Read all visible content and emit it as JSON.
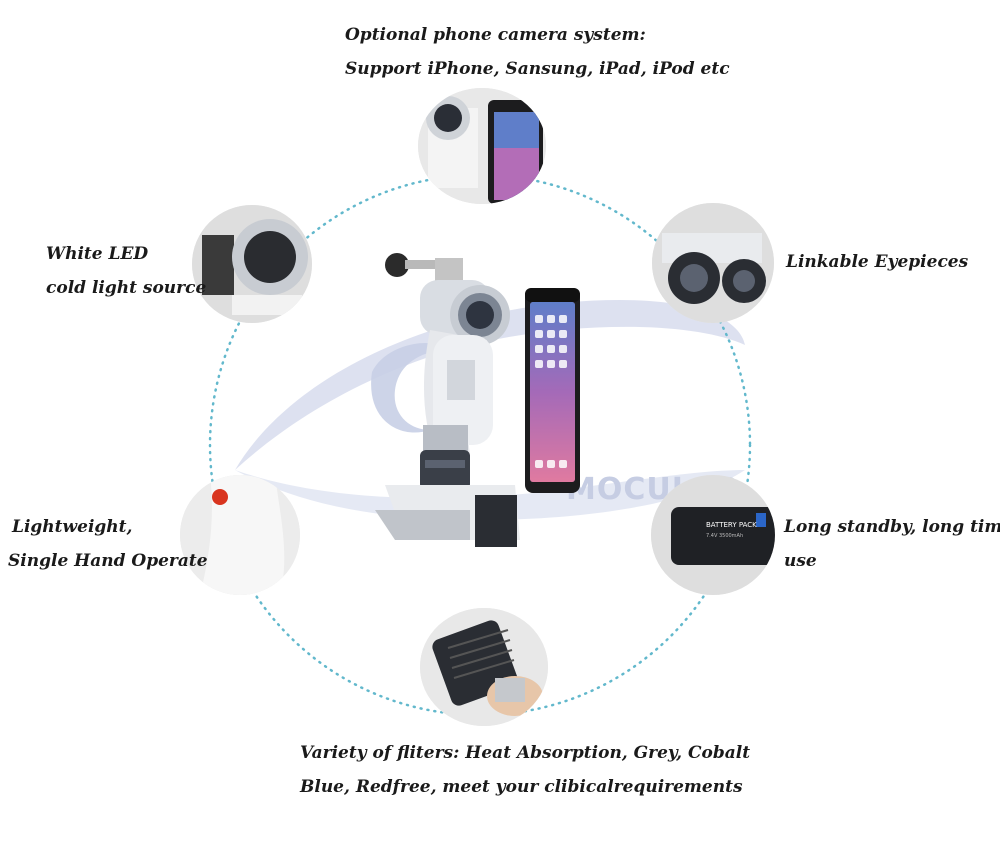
{
  "callouts": {
    "phone_camera": {
      "line1": "Optional phone camera system:",
      "line2": "Support iPhone, Sansung, iPad, iPod etc"
    },
    "led": {
      "line1": "White LED",
      "line2": "cold light source"
    },
    "eyepieces": {
      "line1": "Linkable Eyepieces"
    },
    "lightweight": {
      "line1": "Lightweight,",
      "line2": "Single Hand Operate"
    },
    "standby": {
      "line1": "Long standby, long time",
      "line2": "use"
    },
    "filters": {
      "line1": "Variety of fliters: Heat Absorption, Grey, Cobalt",
      "line2": "Blue, Redfree, meet your clibicalrequirements"
    }
  },
  "watermark": {
    "text": "MOCULAR"
  },
  "battery_label": {
    "line1": "BATTERY PACK",
    "line2": "7.4V  3500mAh"
  },
  "colors": {
    "dotted_circle": "#62b8cc",
    "swoosh": "#c9cfe6",
    "text": "#1a1a1a"
  }
}
